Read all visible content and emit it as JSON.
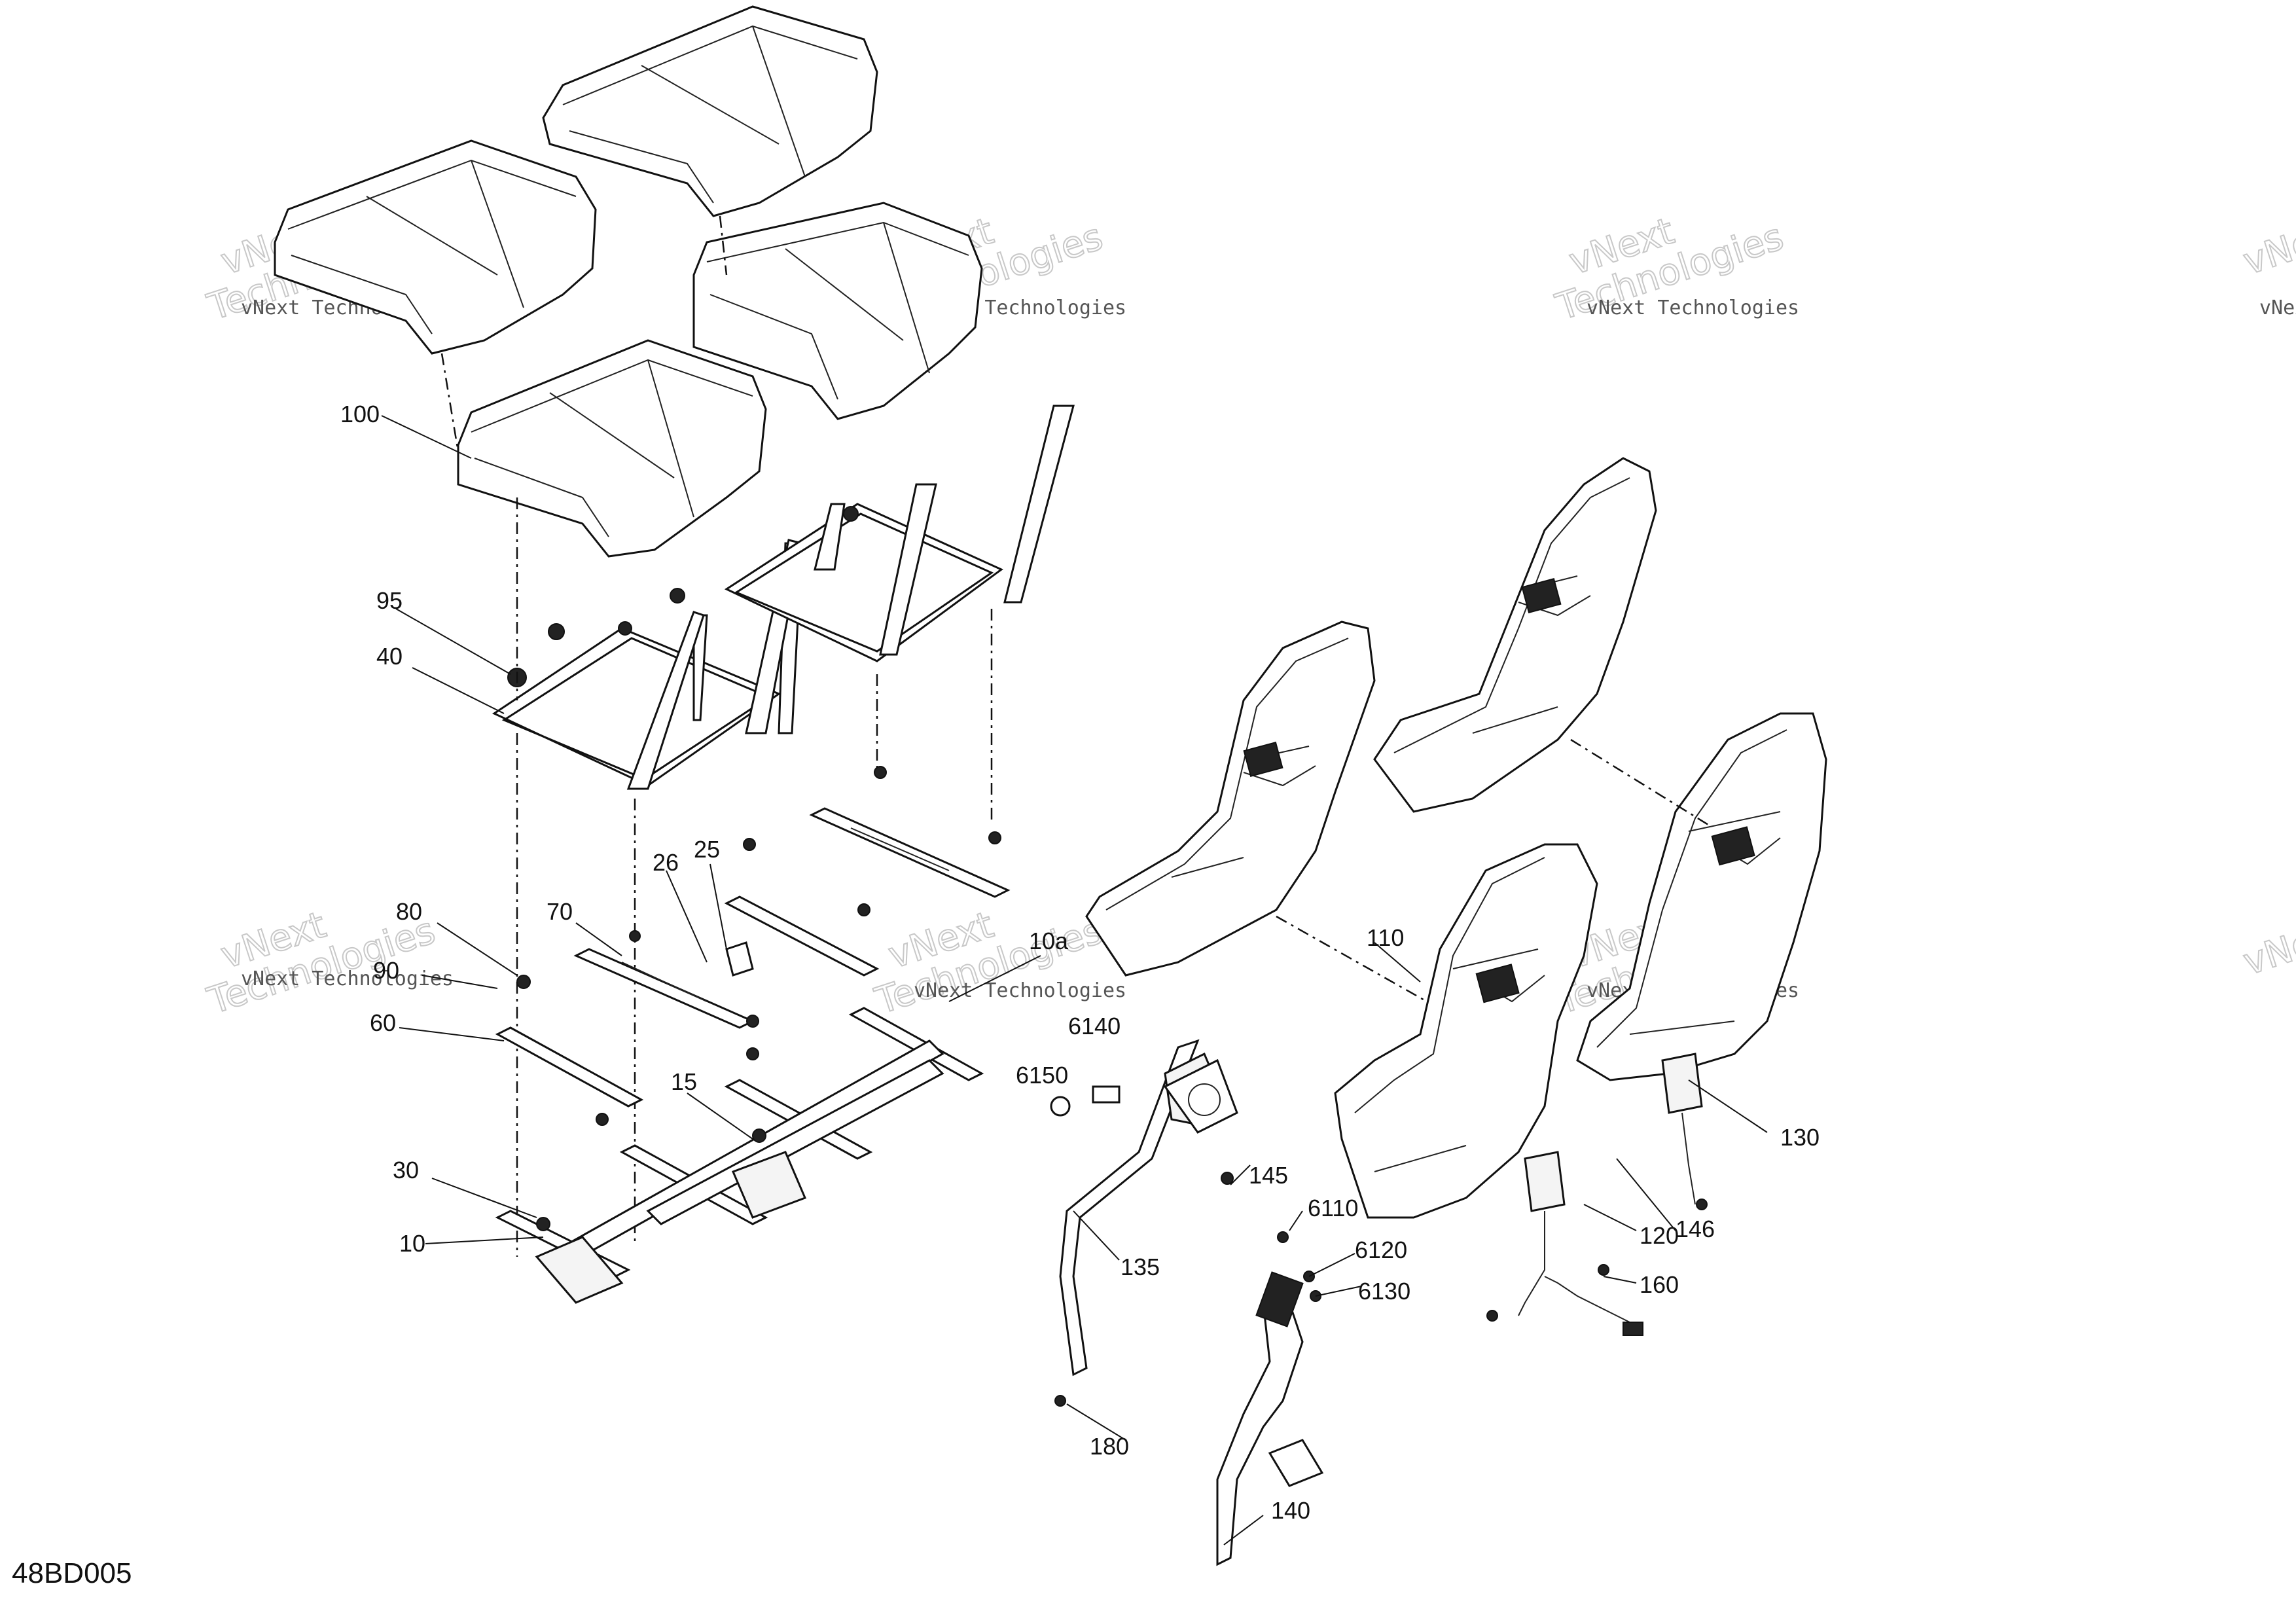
{
  "drawing_code": "48BD005",
  "watermark": {
    "line1": "vNext",
    "line2": "Technologies",
    "inline": "vNext Technologies"
  },
  "callouts": [
    "100",
    "95",
    "40",
    "26",
    "25",
    "70",
    "80",
    "90",
    "60",
    "10a",
    "6140",
    "6150",
    "15",
    "30",
    "10",
    "110",
    "130",
    "145",
    "6110",
    "120",
    "146",
    "6120",
    "6130",
    "160",
    "135",
    "180",
    "140"
  ],
  "parts": {
    "seat_cushions": "seat-cushion",
    "frames": "seat-frame",
    "bucket_seats": "bucket-seat",
    "belts": "seat-belt"
  }
}
